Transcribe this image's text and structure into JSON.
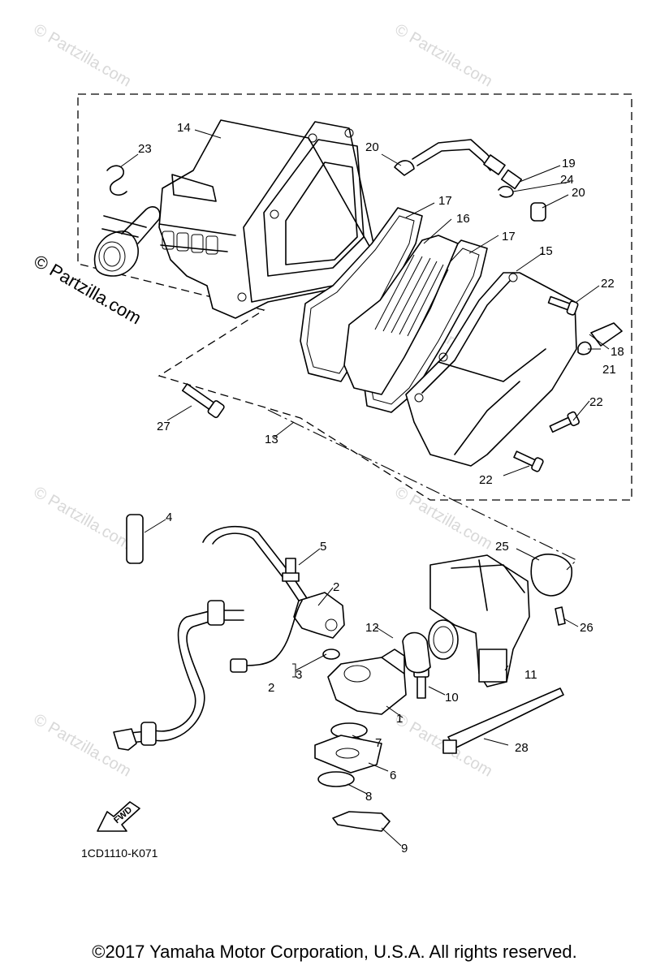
{
  "watermark": {
    "small": "© Partzilla.com",
    "large": "© Partzilla.com"
  },
  "callouts": {
    "c1": "1",
    "c2a": "2",
    "c2b": "2",
    "c3": "3",
    "c4": "4",
    "c5": "5",
    "c6": "6",
    "c7": "7",
    "c8": "8",
    "c9": "9",
    "c10": "10",
    "c11": "11",
    "c12": "12",
    "c13": "13",
    "c14": "14",
    "c15": "15",
    "c16": "16",
    "c17a": "17",
    "c17b": "17",
    "c18": "18",
    "c19": "19",
    "c20a": "20",
    "c20b": "20",
    "c21": "21",
    "c22a": "22",
    "c22b": "22",
    "c22c": "22",
    "c23": "23",
    "c24": "24",
    "c25": "25",
    "c26": "26",
    "c27": "27",
    "c28": "28"
  },
  "fwd_label": "FWD",
  "diagram_code": "1CD1110-K071",
  "copyright": "©2017  Yamaha Motor Corporation, U.S.A. All rights reserved."
}
